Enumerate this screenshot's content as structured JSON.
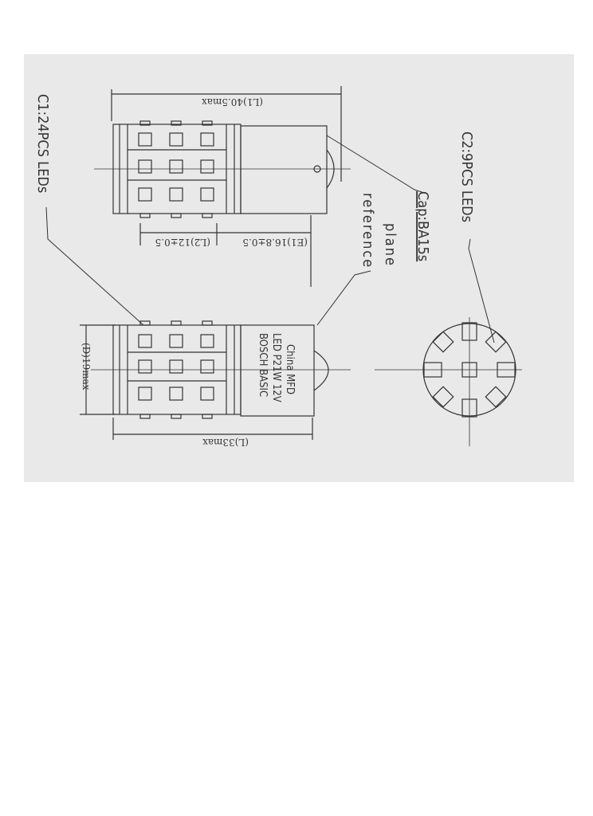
{
  "drawing": {
    "callouts": {
      "c1": "C1:24PCS LEDs",
      "c2": "C2:9PCS LEDs",
      "ref_line1": "reference",
      "ref_line2": "plane",
      "cap": "Cap:BA15s"
    },
    "dimensions": {
      "l1": "(L1)40.5max",
      "l2": "(L2)12±0.5",
      "e1": "(E1)16.8±0.5",
      "d": "(D)19max",
      "l": "(L)33max"
    },
    "marking": {
      "line1": "BOSCH BASIC",
      "line2": "LED P21W 12V",
      "line3": "China MFD"
    }
  },
  "colors": {
    "paper": "#ffffff",
    "scan_background": "#e9e9e9",
    "ink": "#333333"
  }
}
